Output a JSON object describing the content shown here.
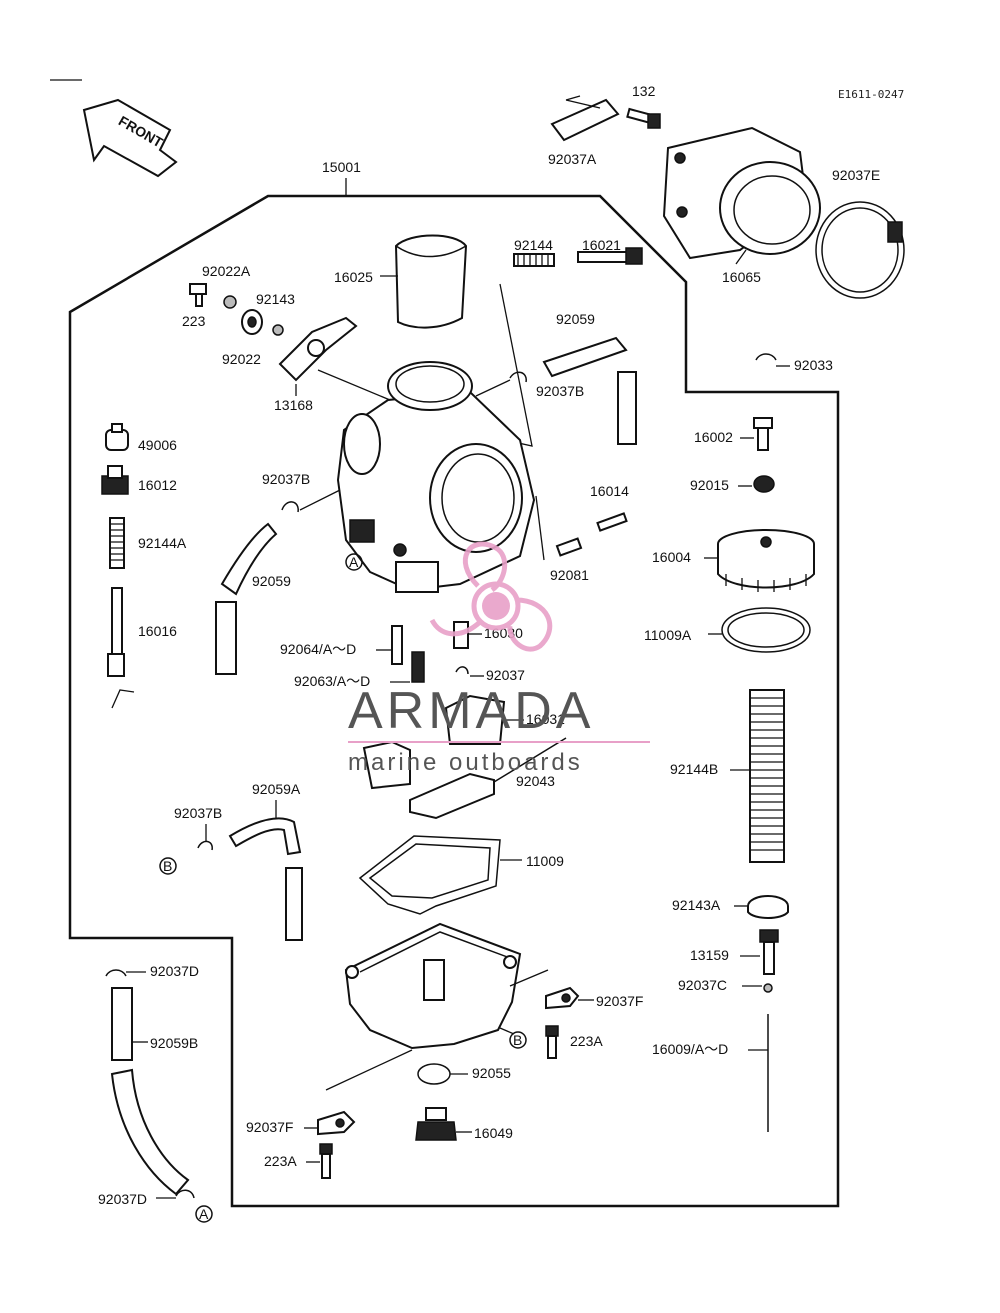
{
  "diagram_code": "E1611-0247",
  "front_label": "FRONT",
  "assembly_label": "15001",
  "callouts": {
    "p132": "132",
    "p92037A": "92037A",
    "p92037E": "92037E",
    "p16065": "16065",
    "p16025": "16025",
    "p92144": "92144",
    "p16021": "16021",
    "p92059_top": "92059",
    "p92022A": "92022A",
    "p92143": "92143",
    "p223_top": "223",
    "p92022": "92022",
    "p13168": "13168",
    "p92037B_top": "92037B",
    "p92033": "92033",
    "p49006": "49006",
    "p16012": "16012",
    "p92144A": "92144A",
    "p16016": "16016",
    "p92037B_mid": "92037B",
    "p92059_mid": "92059",
    "p16002": "16002",
    "p92015": "92015",
    "p16014": "16014",
    "p92081": "92081",
    "p16004": "16004",
    "p11009A": "11009A",
    "p92064": "92064/A～D",
    "p16030": "16030",
    "p92063": "92063/A～D",
    "p92037": "92037",
    "p16031": "16031",
    "p92043": "92043",
    "p92144B": "92144B",
    "p92059A": "92059A",
    "p92037B_low": "92037B",
    "p11009": "11009",
    "p92143A": "92143A",
    "p13159": "13159",
    "p92037C": "92037C",
    "p92037D_top": "92037D",
    "p92059B": "92059B",
    "p92037F_right": "92037F",
    "p223A_right": "223A",
    "p16009": "16009/A～D",
    "p92055": "92055",
    "p92037F_left": "92037F",
    "p16049": "16049",
    "p223A_left": "223A",
    "p92037D_bot": "92037D"
  },
  "markers": {
    "a_carb": "A",
    "a_bottom": "A",
    "b_left": "B",
    "b_bowl": "B"
  },
  "watermark": {
    "name": "ARMADA",
    "tagline": "marine outboards",
    "accent": "#e8a0c8",
    "text_color": "#555555"
  }
}
